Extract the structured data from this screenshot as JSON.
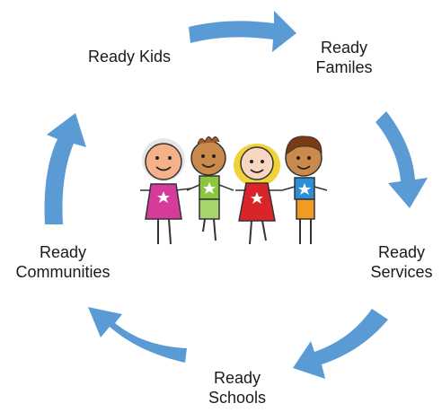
{
  "cycle": {
    "arrow_color": "#5b9bd5",
    "stages": [
      {
        "id": "kids",
        "lines": [
          "Ready Kids"
        ]
      },
      {
        "id": "families",
        "lines": [
          "Ready",
          "Familes"
        ]
      },
      {
        "id": "services",
        "lines": [
          "Ready",
          "Services"
        ]
      },
      {
        "id": "schools",
        "lines": [
          "Ready",
          "Schools"
        ]
      },
      {
        "id": "communities",
        "lines": [
          "Ready",
          "Communities"
        ]
      }
    ]
  },
  "illustration": {
    "name": "children-holding-hands",
    "kids": [
      {
        "hair": "#e6e6e6",
        "shirt": "#d63a9b",
        "skirt": true
      },
      {
        "hair": "#a65a2a",
        "shirt": "#8cc63f",
        "skirt": false
      },
      {
        "hair": "#f2d23a",
        "shirt": "#d9252a",
        "skirt": true
      },
      {
        "hair": "#7a3b14",
        "shirt": "#2a8fd8",
        "skirt": false
      }
    ]
  }
}
